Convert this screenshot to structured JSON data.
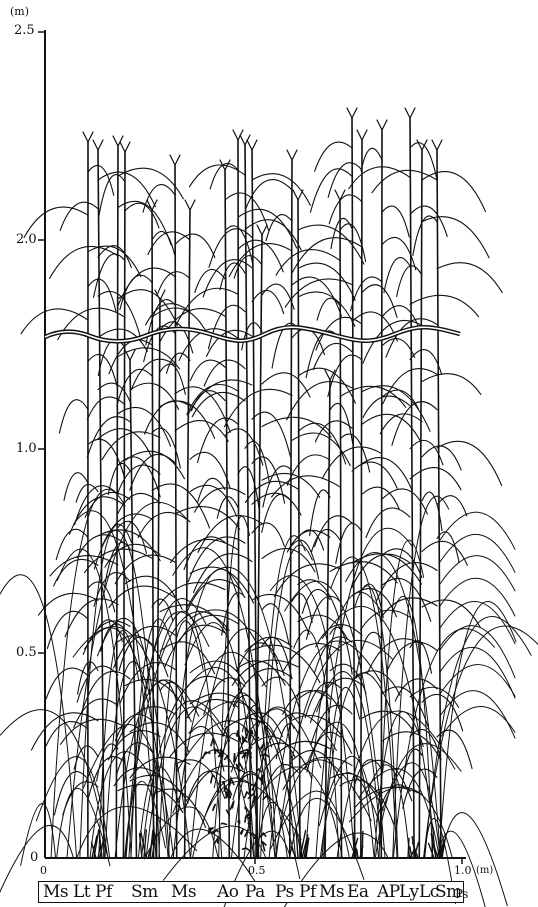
{
  "y_axis": {
    "unit": "(m)",
    "ticks": [
      "2.5",
      "2.0",
      "1.0",
      "0.5",
      "0"
    ]
  },
  "x_axis": {
    "ticks": [
      "0",
      "0.5",
      "1.0"
    ],
    "unit": "(m)"
  },
  "species_labels": [
    "Ms",
    "Lt",
    "Pf",
    "Sm",
    "Ms",
    "Ao",
    "Pa",
    "Ps",
    "Pf",
    "Ms",
    "Ea",
    "AP",
    "Ly",
    "Lc",
    "Sm",
    "Ps"
  ],
  "colors": {
    "ink": "#111111",
    "paper": "#ffffff"
  },
  "icons": [
    "grass-stem-icon",
    "leaf-blade-icon",
    "break-mark-icon",
    "shrub-clump-icon"
  ]
}
